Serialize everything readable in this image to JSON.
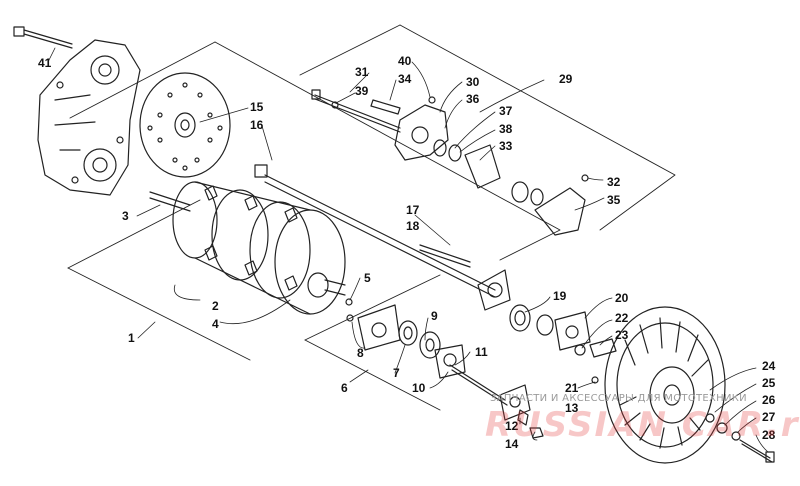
{
  "callouts": {
    "c1": "1",
    "c2": "2",
    "c3": "3",
    "c4": "4",
    "c5": "5",
    "c6": "6",
    "c7": "7",
    "c8": "8",
    "c9": "9",
    "c10": "10",
    "c11": "11",
    "c12": "12",
    "c13": "13",
    "c14": "14",
    "c15": "15",
    "c16": "16",
    "c17": "17",
    "c18": "18",
    "c19": "19",
    "c20": "20",
    "c21": "21",
    "c22": "22",
    "c23": "23",
    "c24": "24",
    "c25": "25",
    "c26": "26",
    "c27": "27",
    "c28": "28",
    "c29": "29",
    "c30": "30",
    "c31": "31",
    "c32": "32",
    "c33": "33",
    "c34": "34",
    "c35": "35",
    "c36": "36",
    "c37": "37",
    "c38": "38",
    "c39": "39",
    "c40": "40",
    "c41": "41"
  },
  "watermark": {
    "text": "ЗАПЧАСТИ И АКСЕССУАРЫ ДЛЯ МОТОТЕХНИКИ"
  },
  "colors": {
    "line": "#222222",
    "watermark_logo": "#e33a3a"
  }
}
